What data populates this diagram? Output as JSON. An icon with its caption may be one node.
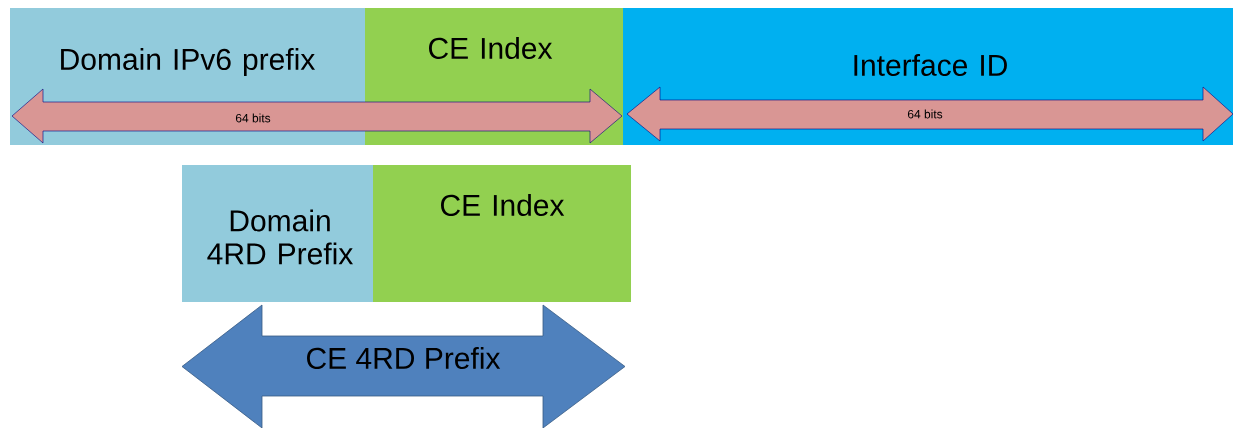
{
  "diagram": {
    "nodes": [
      {
        "text": [
          "Domain IPv6 prefix"
        ]
      },
      {
        "text": [
          "CE Index"
        ]
      },
      {
        "text": [
          "Interface ID"
        ]
      },
      {
        "text": [
          "Domain 4RD Prefix"
        ]
      },
      {
        "text": [
          "CE Index"
        ]
      },
      {
        "text": [
          "CE 4RD Prefix"
        ]
      }
    ],
    "labels": [
      "64 bits",
      "64 bits"
    ]
  }
}
